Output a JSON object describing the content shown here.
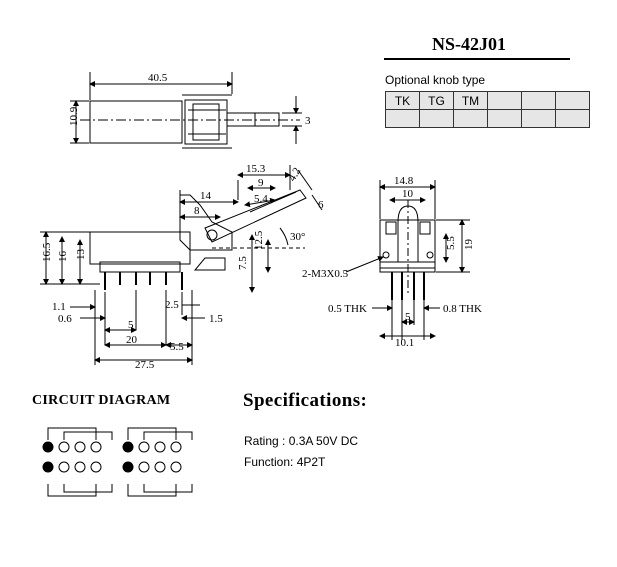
{
  "part_number": "NS-42J01",
  "knob": {
    "caption": "Optional knob type",
    "types": [
      "TK",
      "TG",
      "TM",
      "",
      "",
      ""
    ],
    "row2": [
      "",
      "",
      "",
      "",
      "",
      ""
    ]
  },
  "dimensions": {
    "top_length": "40.5",
    "top_height": "10.9",
    "shaft_dia": "3",
    "d15_3": "15.3",
    "d9": "9",
    "d4_2": "4.2",
    "d14": "14",
    "d5_4": "5.4",
    "d8": "8",
    "d6": "6",
    "d30": "30°",
    "d12_5": "12.5",
    "d7_5": "7.5",
    "d16_5": "16.5",
    "d16": "16",
    "d13": "13",
    "d1_1": "1.1",
    "d0_6": "0.6",
    "d2_5": "2.5",
    "d1_5": "1.5",
    "d5": "5",
    "d20": "20",
    "d5_5b": "5.5",
    "d27_5": "27.5",
    "d14_8": "14.8",
    "d10": "10",
    "d5_5": "5.5",
    "d19": "19",
    "mount": "2-M3X0.5",
    "thk_left": "0.5 THK",
    "thk_right": "0.8 THK",
    "d5c": "5",
    "d10_1": "10.1"
  },
  "circuit": {
    "title": "CIRCUIT DIAGRAM"
  },
  "specs": {
    "title": "Specifications:",
    "rating": "Rating : 0.3A 50V DC",
    "function": "Function: 4P2T"
  }
}
